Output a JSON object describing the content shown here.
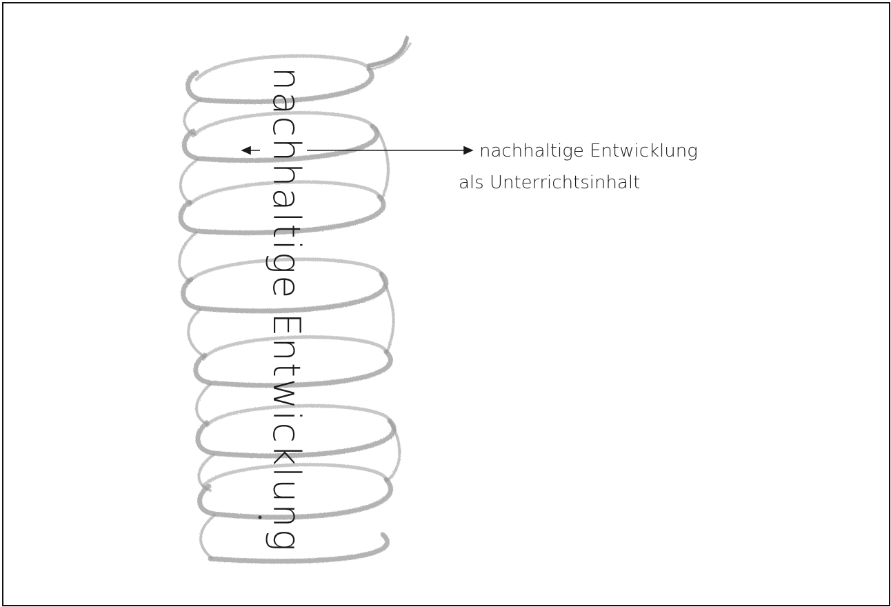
{
  "diagram": {
    "spiral_label": "nachhaltige Entwicklung",
    "annotation": {
      "line1": "nachhaltige Entwicklung",
      "line2": "als Unterrichtsinhalt"
    },
    "colors": {
      "pencil": "#9a9a9a",
      "ink": "#1a1a1a",
      "background": "#ffffff"
    }
  }
}
